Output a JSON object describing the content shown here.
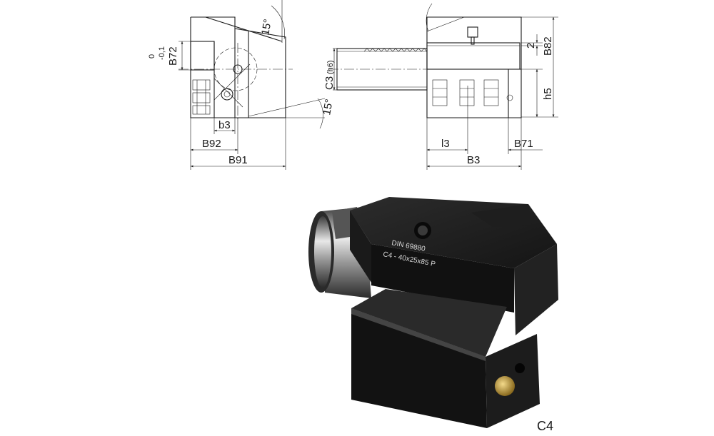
{
  "drawing": {
    "left_view": {
      "b72": "B72",
      "b72_tol_upper": "0",
      "b72_tol_lower": "-0,1",
      "b3": "b3",
      "b92": "B92",
      "b91": "B91",
      "angle_top": "15°",
      "angle_bottom": "15°"
    },
    "right_view": {
      "c3": "C3",
      "c3_fit": "(h6)",
      "dim_2": "2",
      "b82": "B82",
      "h5": "h5",
      "l3": "l3",
      "b3": "B3",
      "b71": "B71"
    }
  },
  "photo": {
    "engraving_line1": "DIN 69880",
    "engraving_line2": "C4 - 40x25x85 P",
    "variant_label": "C4"
  }
}
